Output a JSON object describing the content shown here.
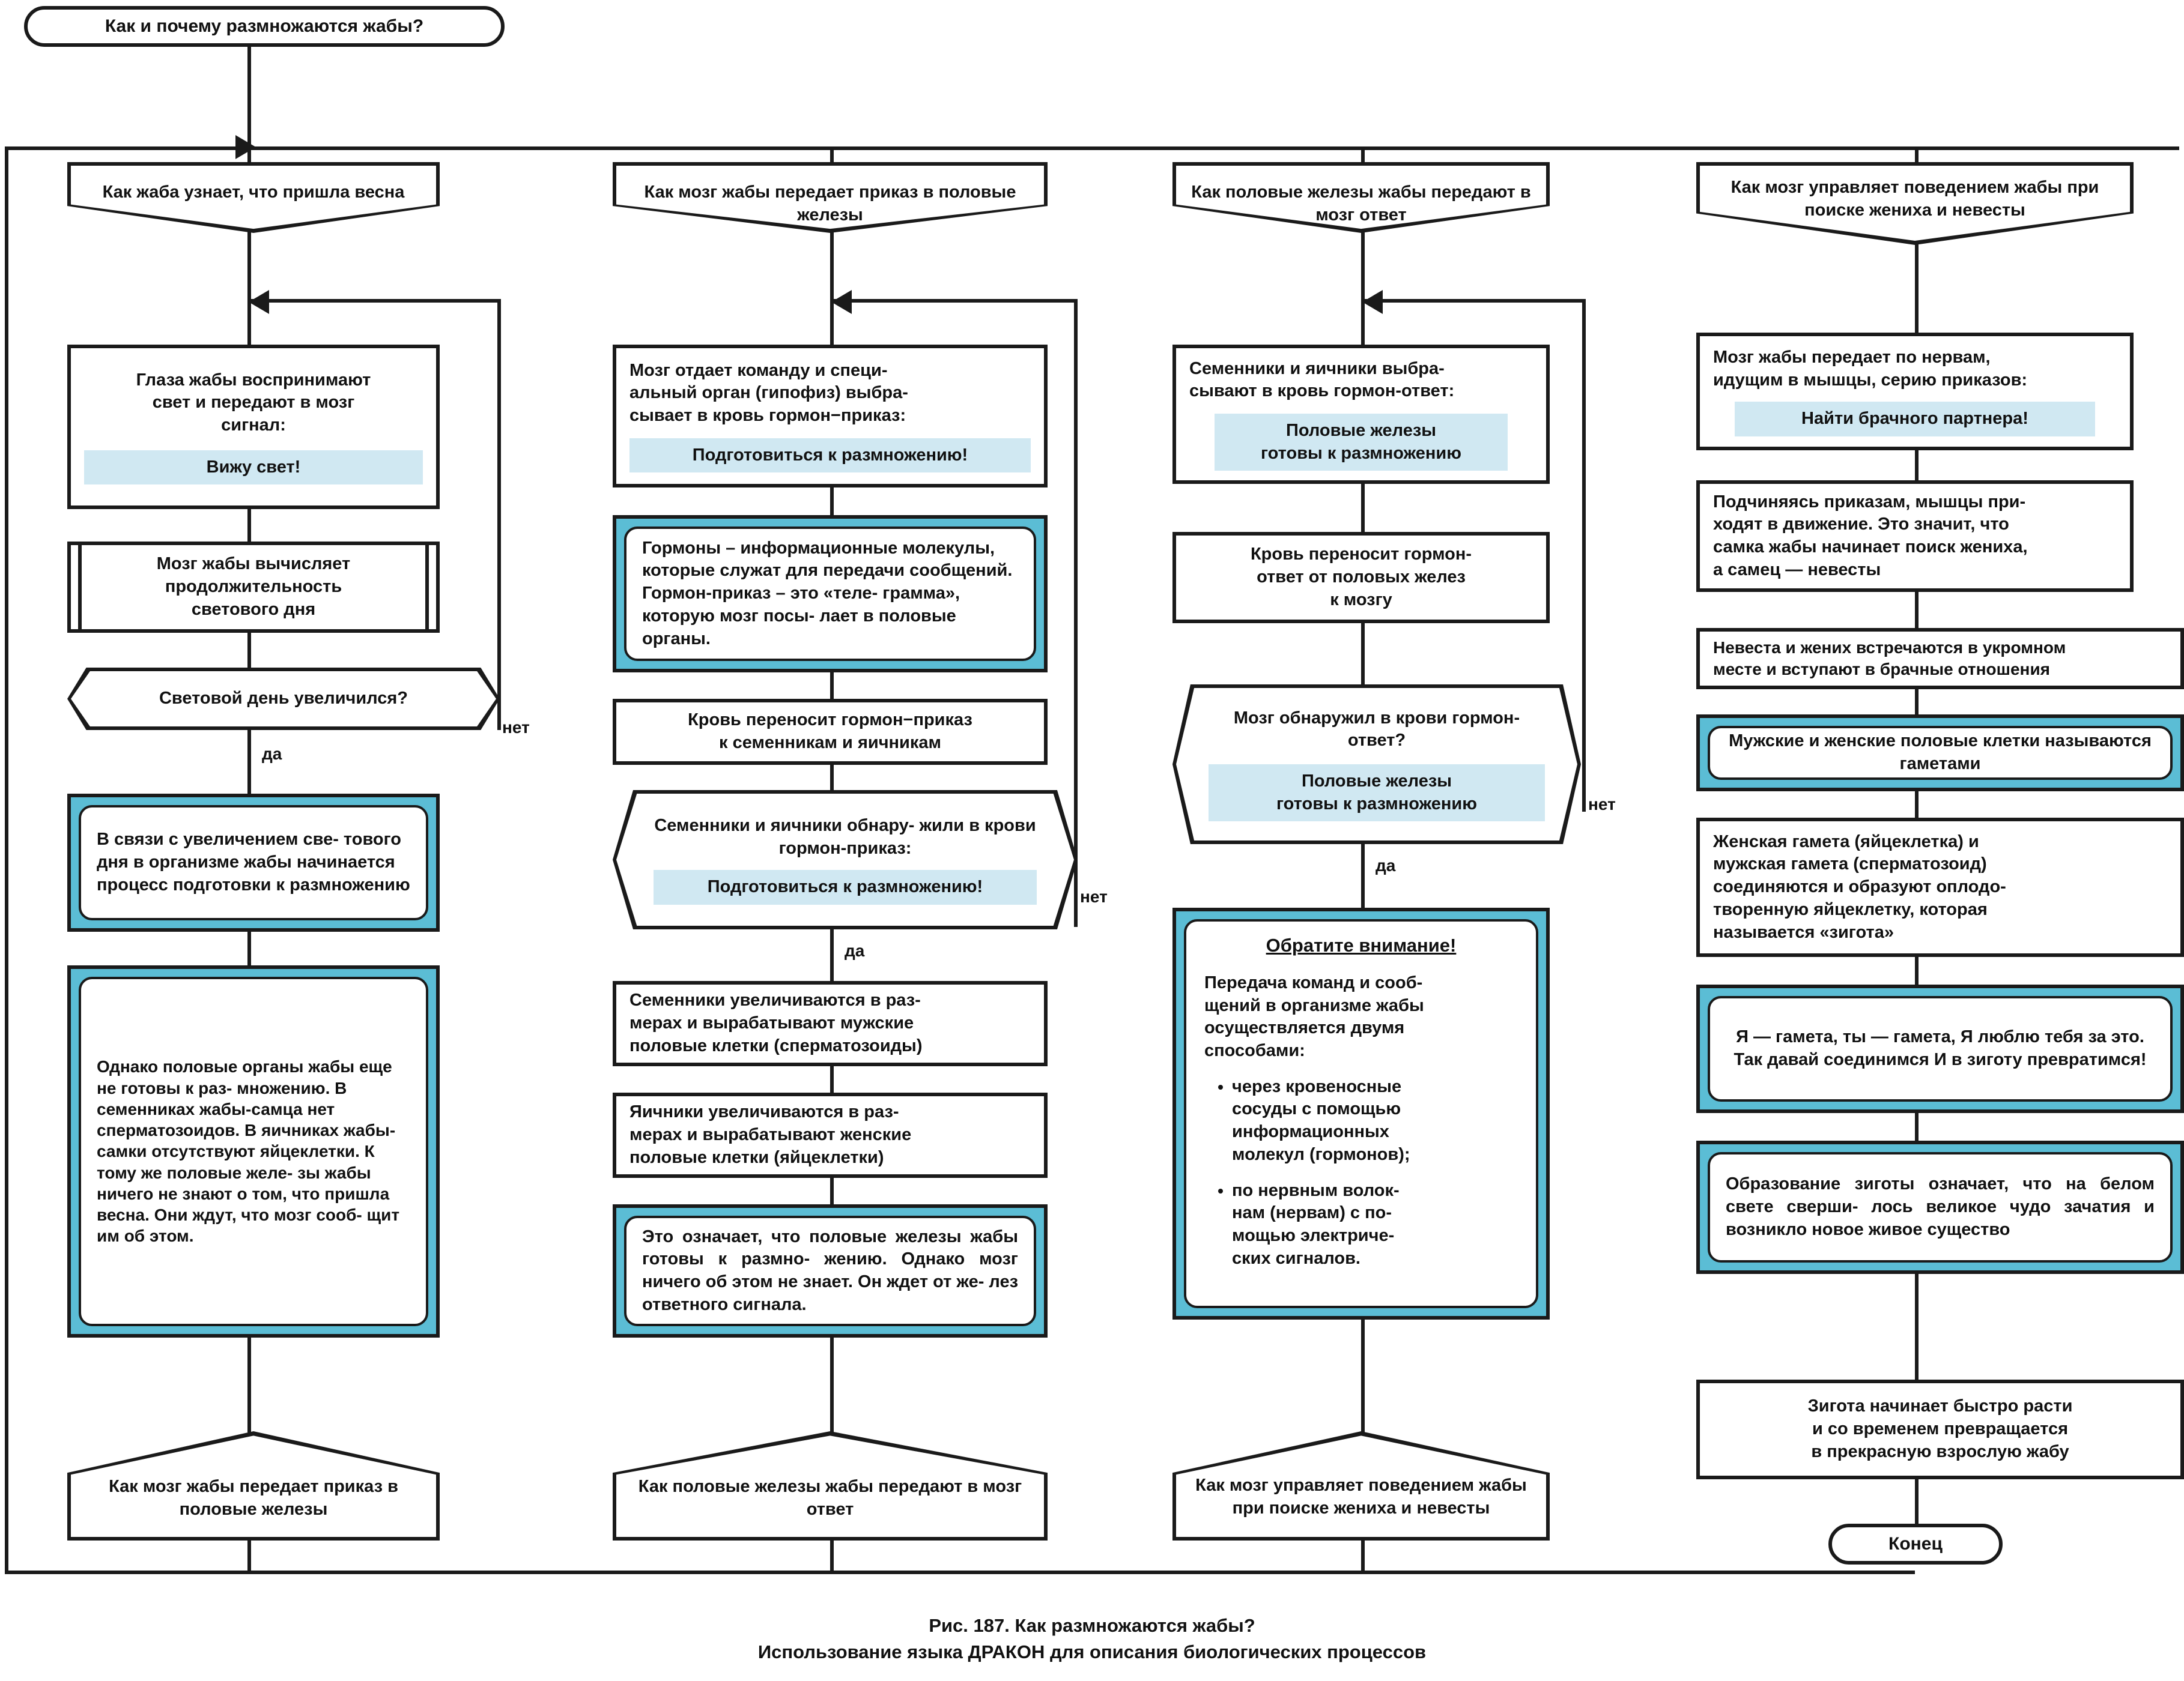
{
  "diagram": {
    "title_start": "Как и почему размножаются жабы?",
    "end_label": "Конец",
    "branch_labels": {
      "yes": "да",
      "no": "нет"
    }
  },
  "branches": [
    {
      "id": "b1",
      "header": "Как жаба узнает,\nчто пришла весна",
      "nodes": {
        "eyes": {
          "text": "Глаза жабы воспринимают\nсвет и передают в мозг\nсигнал:",
          "message": "Вижу свет!"
        },
        "compute": "Мозг жабы вычисляет\nпродолжительность\nсветового дня",
        "question": "Световой день увеличился?",
        "remark1": "В связи с увеличением све-\nтового дня в организме\nжабы начинается процесс\nподготовки к размножению",
        "remark2": "    Однако половые органы\nжабы еще не готовы к раз-\nмножению.\n\n    В семенниках жабы-самца\nнет сперматозоидов.\n\n    В яичниках жабы-самки\nотсутствуют яйцеклетки.\n\n    К тому же половые желе-\nзы жабы ничего не знают\nо том, что пришла весна.\nОни ждут, что мозг сооб-\nщит им об этом."
      },
      "exit": "Как мозг жабы передает\nприказ в половые железы"
    },
    {
      "id": "b2",
      "header": "Как мозг жабы передает приказ\nв половые железы",
      "nodes": {
        "brain": {
          "text": "Мозг отдает команду и специ-\nальный орган (гипофиз) выбра-\nсывает в кровь гормон−приказ:",
          "message": "Подготовиться к размножению!"
        },
        "remark": "    Гормоны – информационные\nмолекулы, которые служат\nдля передачи сообщений.\n    Гормон-приказ – это «теле-\nграмма», которую мозг посы-\nлает в половые органы.",
        "blood": "Кровь переносит гормон−приказ\nк семенникам и яичникам",
        "question": {
          "text": "Семенники и яичники обнару-\nжили  в  крови  гормон-приказ:",
          "message": "Подготовиться к размножению!"
        },
        "testes": "Семенники увеличиваются в раз-\nмерах  и  вырабатывают  мужские\nполовые клетки (сперматозоиды)",
        "ovaries": "Яичники  увеличиваются  в  раз-\nмерах и вырабатывают женские\nполовые  клетки  (яйцеклетки)",
        "remark2": "    Это означает, что половые\nжелезы жабы готовы к размно-\nжению. Однако мозг ничего об\nэтом  не  знает.  Он  ждет  от  же-\nлез ответного сигнала."
      },
      "exit": "Как половые железы жабы\nпередают в мозг ответ"
    },
    {
      "id": "b3",
      "header": "Как половые железы жабы\nпередают в мозг ответ",
      "nodes": {
        "glands": {
          "text": "Семенники  и  яичники  выбра-\nсывают в кровь гормон-ответ:",
          "message": "Половые железы\nготовы к размножению"
        },
        "blood": "Кровь переносит гормон-\nответ от половых желез\nк мозгу",
        "question": {
          "text": "Мозг обнаружил\nв крови гормон-ответ?",
          "message": "Половые железы\nготовы к размножению"
        },
        "attention": {
          "heading": "Обратите внимание!",
          "paragraph": "Передача команд и сооб-\nщений в организме жабы\nосуществляется двумя\nспособами:",
          "bullets": [
            "через  кровеносные\nсосуды  с  помощью\nинформационных\nмолекул (гормонов);",
            "по нервным волок-\nнам (нервам) с по-\nмощью электриче-\nских сигналов."
          ]
        }
      },
      "exit": "Как мозг управляет\nповедением жабы при\nпоиске жениха и невесты"
    },
    {
      "id": "b4",
      "header": "Как мозг управляет\nповедением жабы при\nпоиске жениха и невесты",
      "nodes": {
        "nerves": {
          "text": "Мозг  жабы  передает  по  нервам,\nидущим в мышцы, серию приказов:",
          "message": "Найти брачного партнера!"
        },
        "muscles": "Подчиняясь приказам, мышцы при-\nходят в движение. Это значит, что\nсамка жабы начинает поиск жениха,\nа самец — невесты",
        "meeting": "Невеста и жених встречаются в укромном\nместе  и  вступают  в  брачные  отношения",
        "remark1": "Мужские  и  женские  половые\nклетки называются гаметами",
        "zygote": "Женская  гамета  (яйцеклетка)  и\nмужская  гамета  (сперматозоид)\nсоединяются и образуют оплодо-\nтворенную  яйцеклетку,  которая\nназывается «зигота»",
        "remark2": "Я — гамета, ты — гамета,\nЯ люблю тебя за это.\nТак давай соединимся\nИ в зиготу превратимся!",
        "remark3": "Образование  зиготы  означает,\nчто  на  белом  свете  сверши-\nлось  великое  чудо  зачатия  и\nвозникло новое живое существо",
        "grow": "Зигота начинает быстро расти\nи со временем превращается\nв прекрасную взрослую жабу"
      }
    }
  ],
  "caption": {
    "line1": "Рис. 187. Как размножаются жабы?",
    "line2": "Использование языка ДРАКОН для описания биологических процессов"
  },
  "colors": {
    "teal_frame": "#5bbdd5",
    "message_highlight": "#d0e8f2",
    "line": "#1a1a1a"
  }
}
